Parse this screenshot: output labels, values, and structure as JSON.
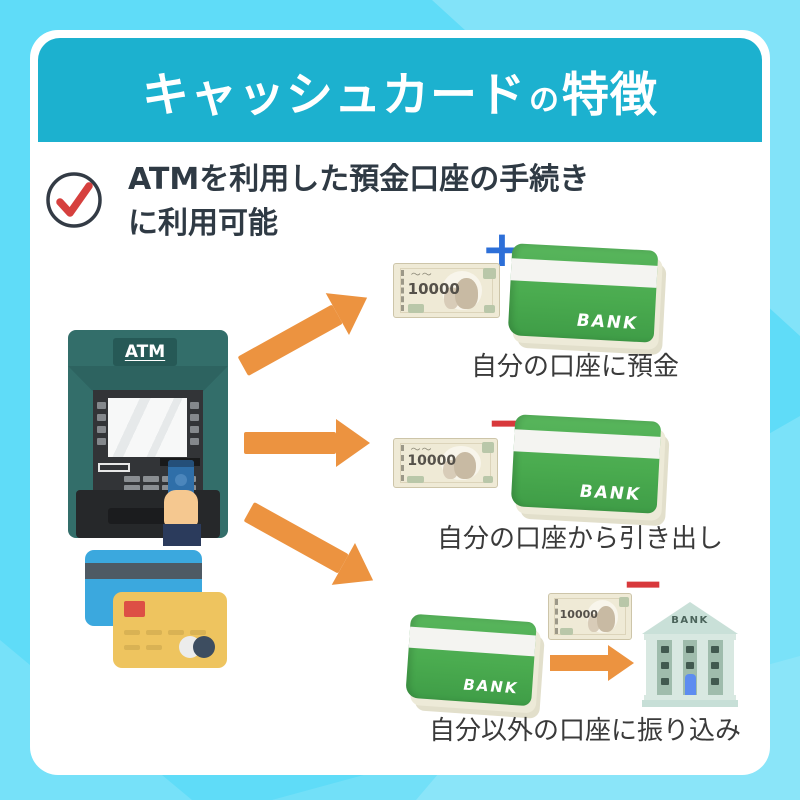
{
  "header": {
    "title_main": "キャッシュカード",
    "title_particle": "の",
    "title_rest": "特徴",
    "bg_color": "#1CB1CF"
  },
  "feature": {
    "line1": "ATMを利用した預金口座の手続き",
    "line2": "に利用可能"
  },
  "atm": {
    "sign": "ATM"
  },
  "assets": {
    "banknote_value": "10000",
    "passbook_label": "BANK",
    "bank_building_label": "BANK"
  },
  "flows": [
    {
      "sign": "+",
      "sign_color": "#2D6FD8",
      "label": "自分の口座に預金"
    },
    {
      "sign": "−",
      "sign_color": "#D8383B",
      "label": "自分の口座から引き出し"
    },
    {
      "sign": "−",
      "sign_color": "#D8383B",
      "label": "自分以外の口座に振り込み"
    }
  ],
  "colors": {
    "background_cyan": "#5FDCF8",
    "header_teal": "#1CB1CF",
    "arrow_orange": "#EC9340",
    "check_red": "#D6403E",
    "passbook_green": "#4AAB4F",
    "atm_teal": "#336E6A",
    "card_blue": "#3BA8DE",
    "card_yellow": "#EEC45F",
    "text_dark": "#2F3A44"
  }
}
